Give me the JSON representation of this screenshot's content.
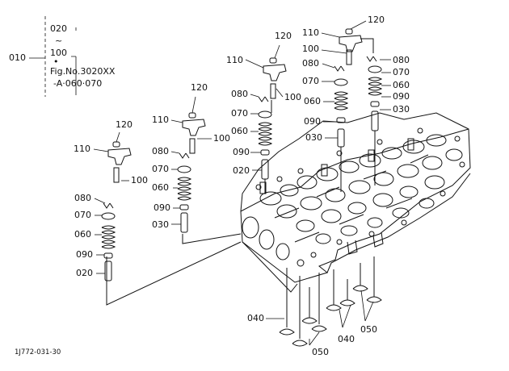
{
  "legend": {
    "group": "010",
    "from": "020",
    "range": "~",
    "to": "100",
    "dot": "•",
    "ref_line1": "Fig.No.3020XX",
    "ref_line2": "-A·060·070"
  },
  "footer_code": "1J772-031-30",
  "callouts": [
    "120",
    "110",
    "100",
    "080",
    "070",
    "060",
    "090",
    "020",
    "120",
    "110",
    "100",
    "080",
    "070",
    "060",
    "090",
    "030",
    "120",
    "110",
    "100",
    "080",
    "070",
    "060",
    "090",
    "020",
    "120",
    "110",
    "100",
    "080",
    "070",
    "060",
    "090",
    "030",
    "080",
    "070",
    "060",
    "090",
    "030",
    "040",
    "050",
    "040",
    "050"
  ]
}
